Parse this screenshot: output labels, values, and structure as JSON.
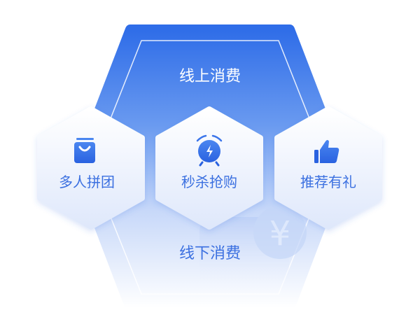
{
  "top_title": "线上消费",
  "bottom_title": "线下消费",
  "features": [
    {
      "label": "多人拼团",
      "icon": "shopping-bag-icon"
    },
    {
      "label": "秒杀抢购",
      "icon": "alarm-clock-icon"
    },
    {
      "label": "推荐有礼",
      "icon": "thumbs-up-icon"
    }
  ],
  "coin_symbol": "¥",
  "colors": {
    "primary": "#2f6de8",
    "light": "#eef3ff",
    "text": "#3a6fe0"
  }
}
